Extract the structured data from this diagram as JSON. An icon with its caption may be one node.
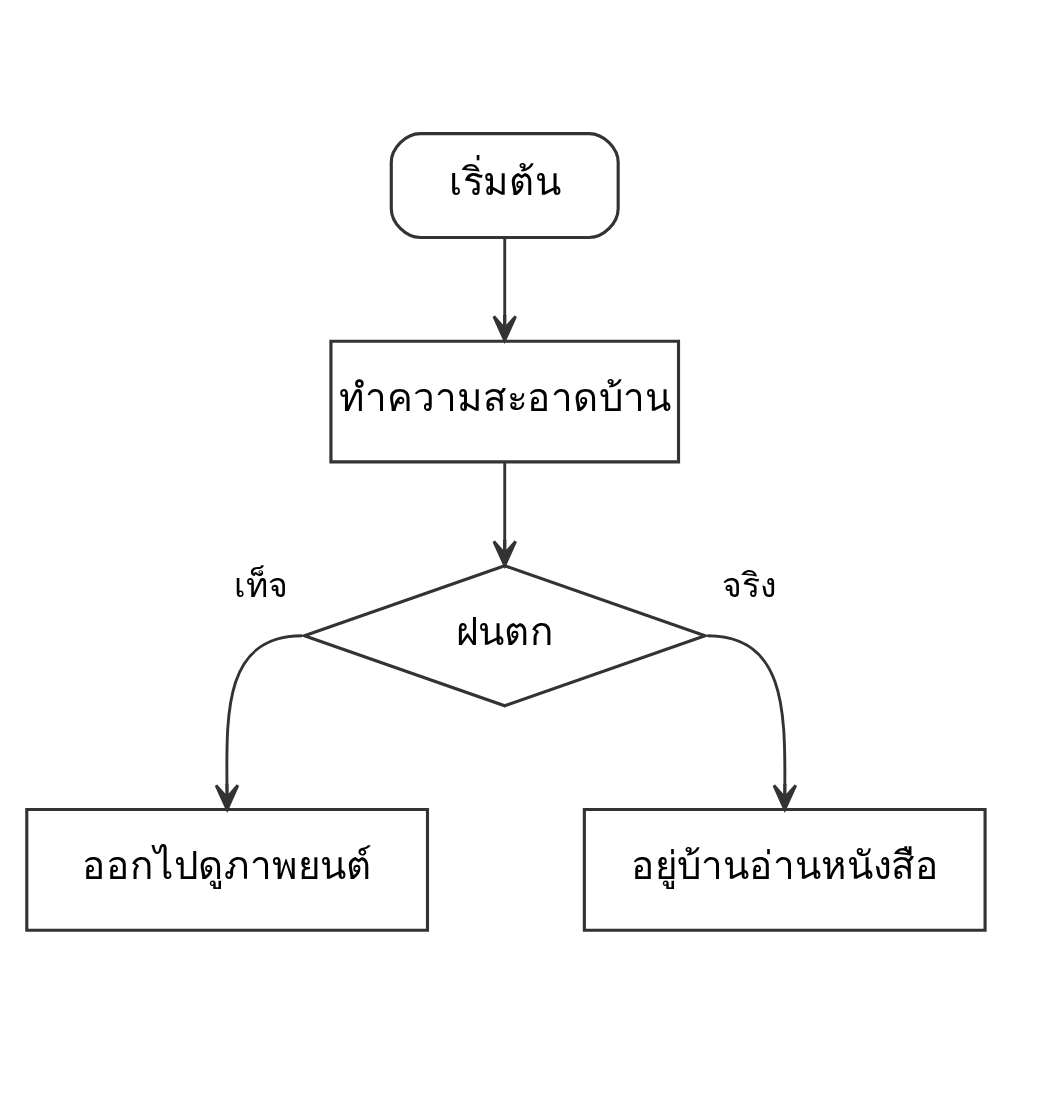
{
  "diagram": {
    "nodes": [
      {
        "text": [
          "เริ่มต้น"
        ]
      },
      {
        "text": [
          "ทำความสะอาดบ้าน"
        ]
      },
      {
        "text": [
          "ฝนตก"
        ]
      },
      {
        "text": [
          "ออกไปดูภาพยนต์"
        ]
      },
      {
        "text": [
          "อยู่บ้านอ่านหนังสือ"
        ]
      }
    ],
    "edges": [
      {
        "from": 0,
        "to": 1,
        "arrow": "to"
      },
      {
        "from": 1,
        "to": 2,
        "arrow": "to"
      },
      {
        "from": 2,
        "to": 3,
        "arrow": "to",
        "label": "เท็จ"
      },
      {
        "from": 2,
        "to": 4,
        "arrow": "to",
        "label": "จริง"
      }
    ]
  }
}
